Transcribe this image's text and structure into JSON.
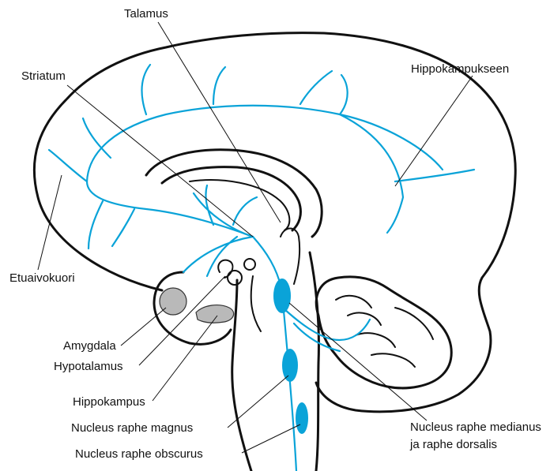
{
  "labels": {
    "talamus": "Talamus",
    "striatum": "Striatum",
    "hippokampukseen": "Hippokampukseen",
    "etuaivokuori": "Etuaivokuori",
    "amygdala": "Amygdala",
    "hypotalamus": "Hypotalamus",
    "hippokampus": "Hippokampus",
    "raphe_magnus": "Nucleus raphe magnus",
    "raphe_obscurus": "Nucleus raphe obscurus",
    "raphe_medianus_1": "Nucleus raphe medianus",
    "raphe_medianus_2": "ja raphe dorsalis"
  },
  "colors": {
    "pathway": "#0aa3d8",
    "outline": "#111111",
    "grey_structures": "#b9b9b9"
  }
}
